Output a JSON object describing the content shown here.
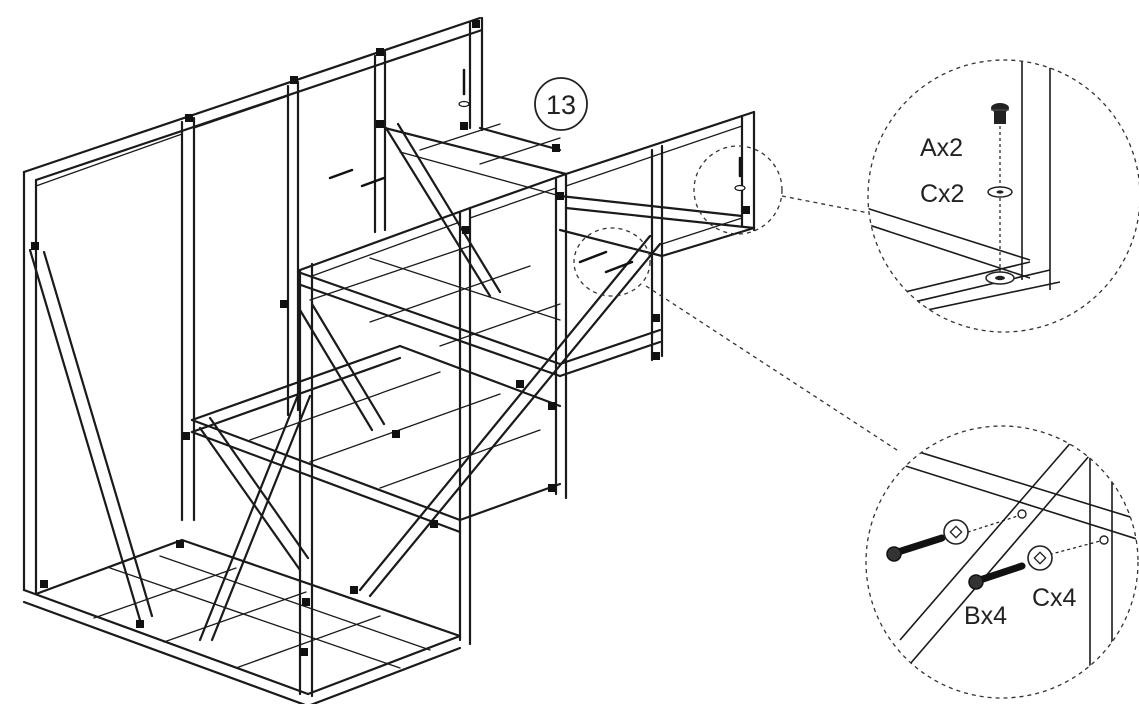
{
  "step": {
    "number": "13"
  },
  "callouts": [
    {
      "id": "top-detail",
      "labels": [
        "Ax2",
        "Cx2"
      ]
    },
    {
      "id": "bottom-detail",
      "labels": [
        "Bx4",
        "Cx4"
      ]
    }
  ],
  "colors": {
    "line": "#1a1a1a",
    "background": "#ffffff",
    "fill": "#ffffff",
    "joint": "#111111"
  }
}
